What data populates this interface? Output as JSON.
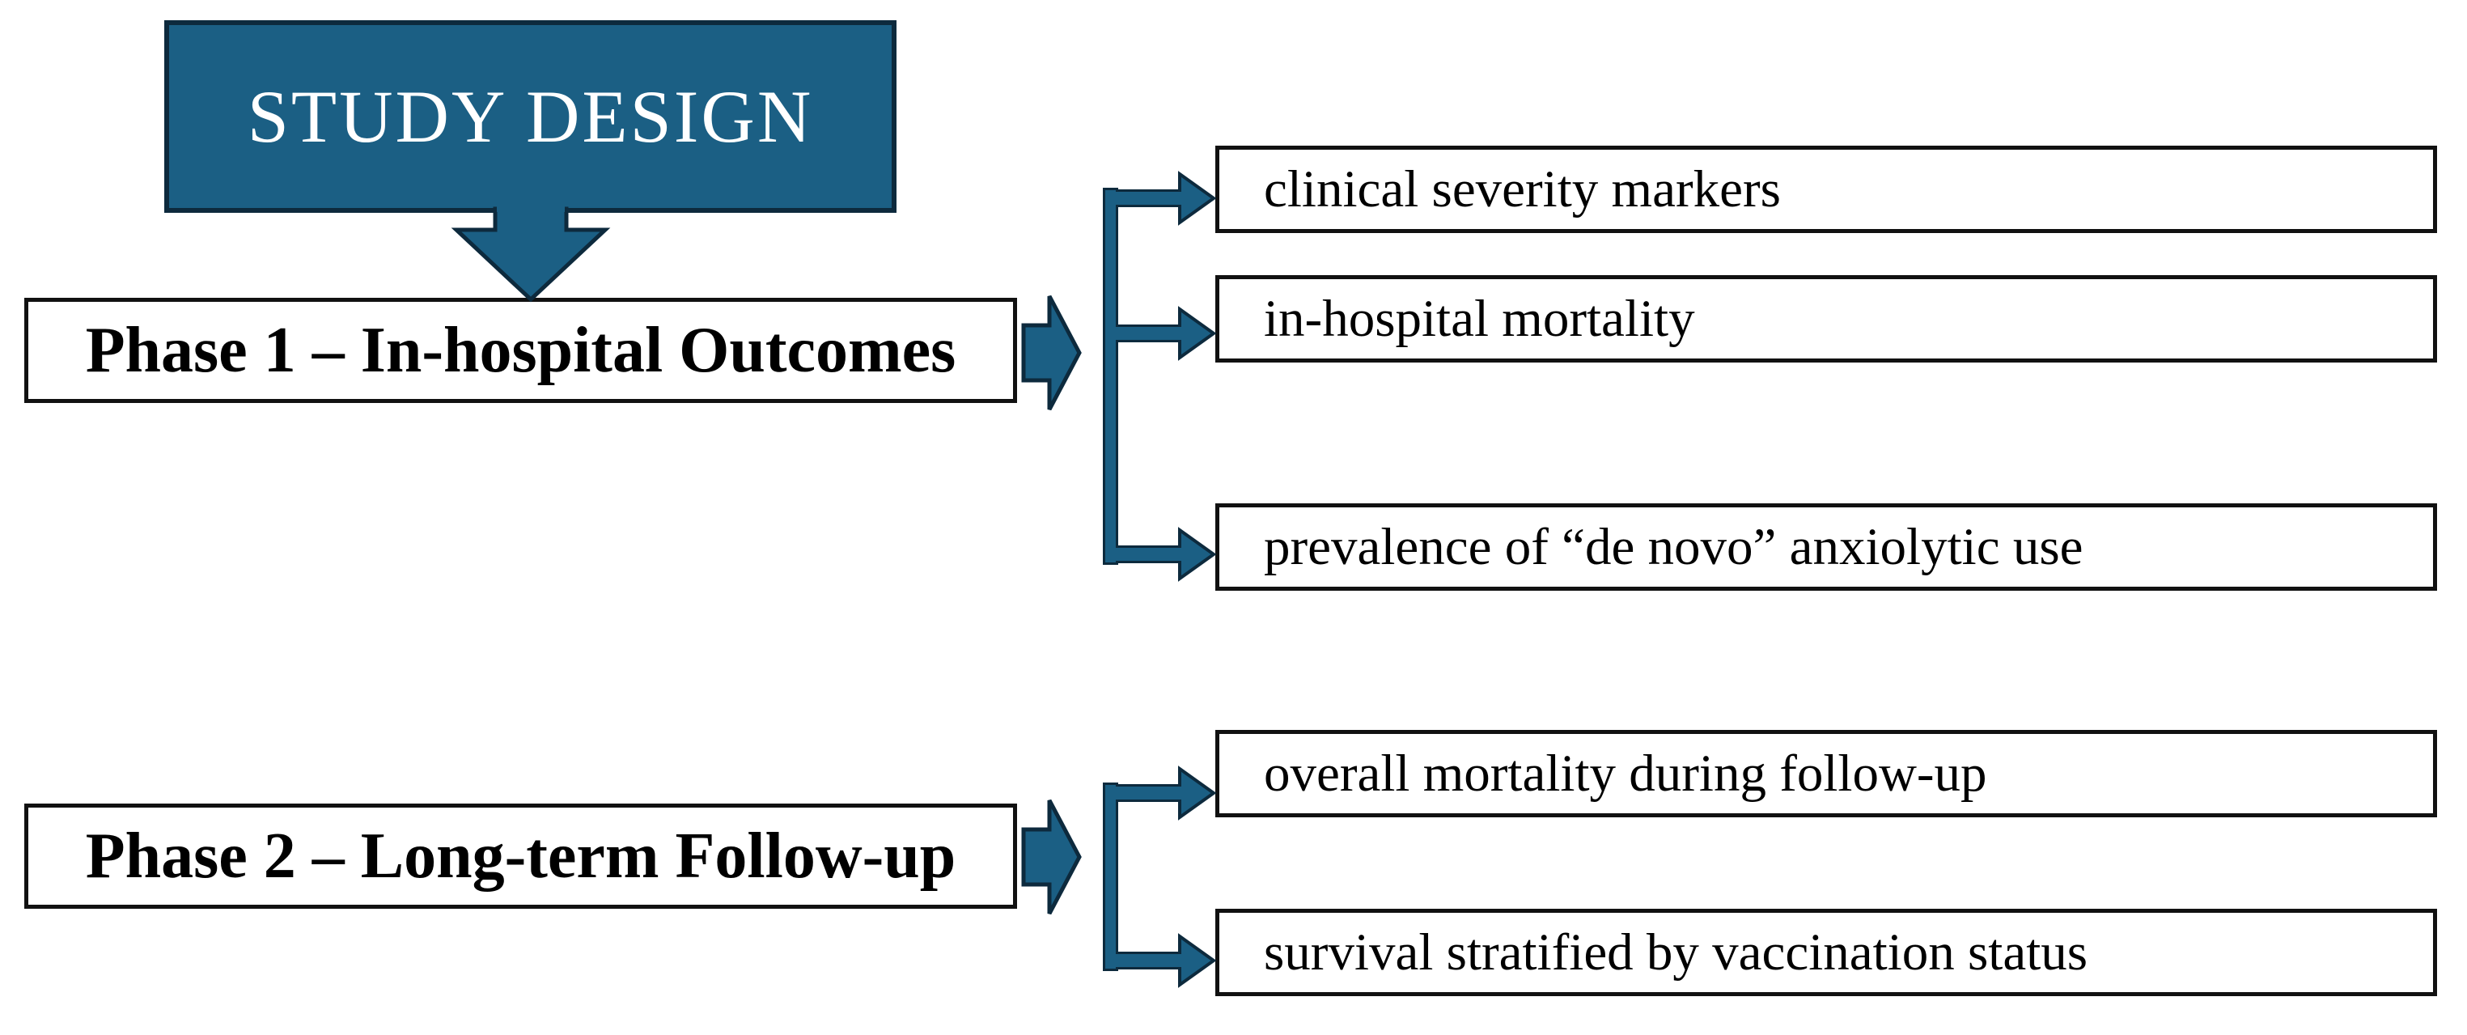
{
  "title_callout": {
    "label": "STUDY DESIGN"
  },
  "colors": {
    "teal_fill": "#1b5f84",
    "dark_outline": "#0d2a3d",
    "box_border": "#111111",
    "background": "#ffffff",
    "text": "#000000",
    "callout_text": "#ffffff"
  },
  "phases": [
    {
      "label": "Phase 1 – In-hospital Outcomes",
      "outcomes": [
        "clinical severity markers",
        "in-hospital mortality",
        "prevalence of “de novo” anxiolytic use"
      ]
    },
    {
      "label": "Phase 2 – Long-term Follow-up",
      "outcomes": [
        "overall mortality during follow-up",
        "survival stratified by vaccination status"
      ]
    }
  ]
}
